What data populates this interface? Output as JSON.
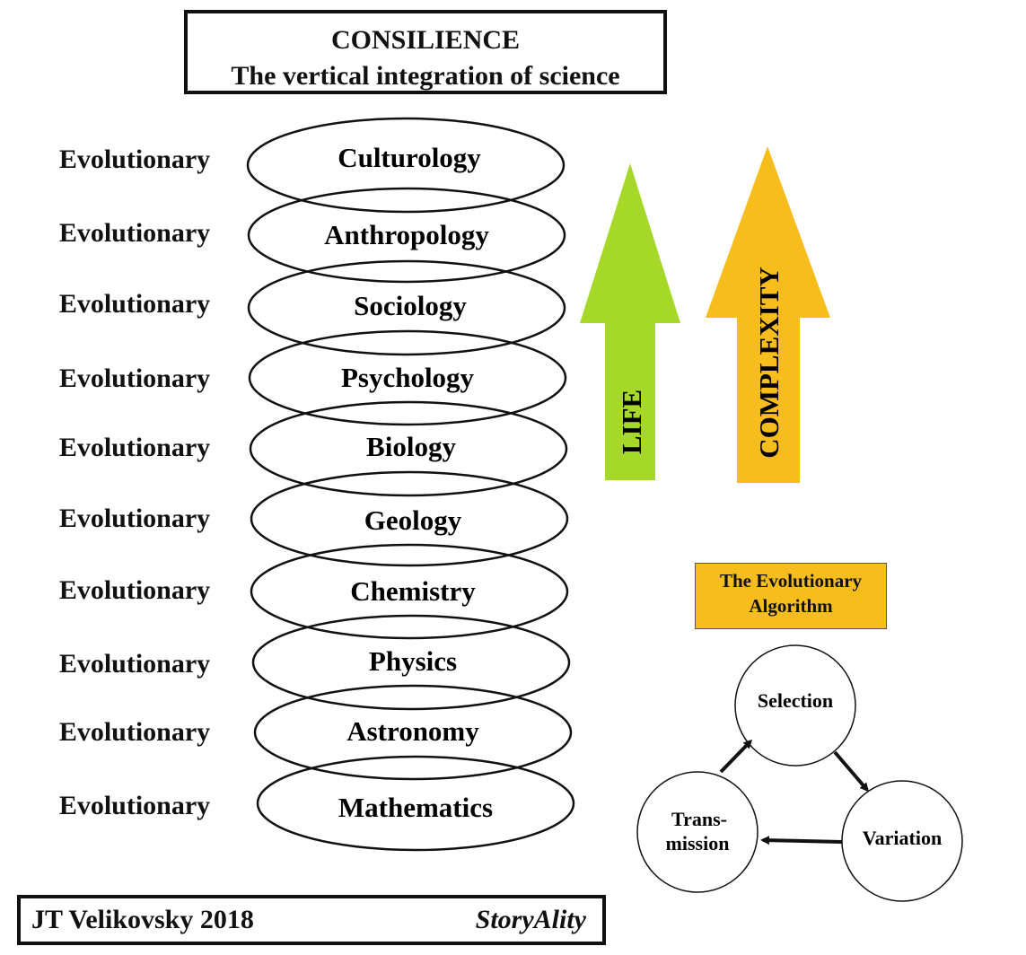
{
  "title": {
    "line1": "CONSILIENCE",
    "line2": "The vertical integration of science"
  },
  "prefix": "Evolutionary",
  "disciplines": [
    "Culturology",
    "Anthropology",
    "Sociology",
    "Psychology",
    "Biology",
    "Geology",
    "Chemistry",
    "Physics",
    "Astronomy",
    "Mathematics"
  ],
  "arrows": {
    "life": {
      "label": "LIFE",
      "color": "#a6d82a"
    },
    "complexity": {
      "label": "COMPLEXITY",
      "color": "#f6bd1c"
    }
  },
  "algorithm": {
    "line1": "The Evolutionary",
    "line2": "Algorithm",
    "color": "#f6bd1c",
    "selection": "Selection",
    "variation": "Variation",
    "transmission_line1": "Trans-",
    "transmission_line2": "mission"
  },
  "footer": {
    "author": "JT Velikovsky 2018",
    "brand": "StoryAlity"
  }
}
